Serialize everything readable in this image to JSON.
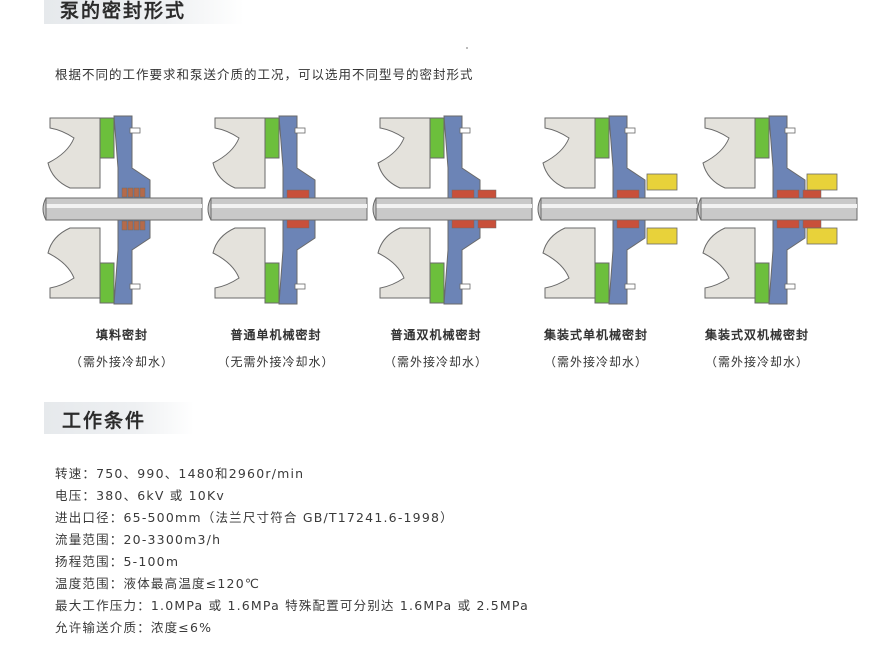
{
  "section1": {
    "title": "泵的密封形式"
  },
  "intro": "根据不同的工作要求和泵送介质的工况，可以选用不同型号的密封形式",
  "seals": [
    {
      "title": "填料密封",
      "note": "（需外接冷却水）"
    },
    {
      "title": "普通单机械密封",
      "note": "（无需外接冷却水）"
    },
    {
      "title": "普通双机械密封",
      "note": "（需外接冷却水）"
    },
    {
      "title": "集装式单机械密封",
      "note": "（需外接冷却水）"
    },
    {
      "title": "集装式双机械密封",
      "note": "（需外接冷却水）"
    }
  ],
  "section2": {
    "title": "工作条件"
  },
  "conditions": [
    {
      "label": "转速：",
      "value": "750、990、1480和2960r/min"
    },
    {
      "label": "电压：",
      "value": "380、6kV 或 10Kv"
    },
    {
      "label": "进出口径：",
      "value": "65-500mm（法兰尺寸符合 GB/T17241.6-1998）"
    },
    {
      "label": "流量范围：",
      "value": "20-3300m3/h"
    },
    {
      "label": "扬程范围：",
      "value": "5-100m"
    },
    {
      "label": "温度范围：",
      "value": "液体最高温度≤120℃"
    },
    {
      "label": "最大工作压力：",
      "value": "1.0MPa 或 1.6MPa 特殊配置可分别达 1.6MPa 或 2.5MPa"
    },
    {
      "label": "允许输送介质：",
      "value": "浓度≤6%"
    }
  ],
  "colors": {
    "casing": "#e4e2dc",
    "stroke": "#6a6a6a",
    "green": "#6cbf3c",
    "blue": "#6c84b6",
    "shaft": "#c9c9c9",
    "red": "#c8503a",
    "yellow": "#e8d23a"
  }
}
